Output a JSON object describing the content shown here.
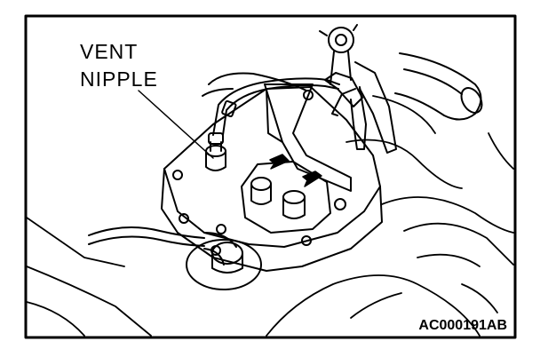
{
  "callout": {
    "line1": "VENT",
    "line2": "NIPPLE"
  },
  "figure_id": "AC000191AB",
  "colors": {
    "ink": "#000000",
    "paper": "#ffffff"
  }
}
